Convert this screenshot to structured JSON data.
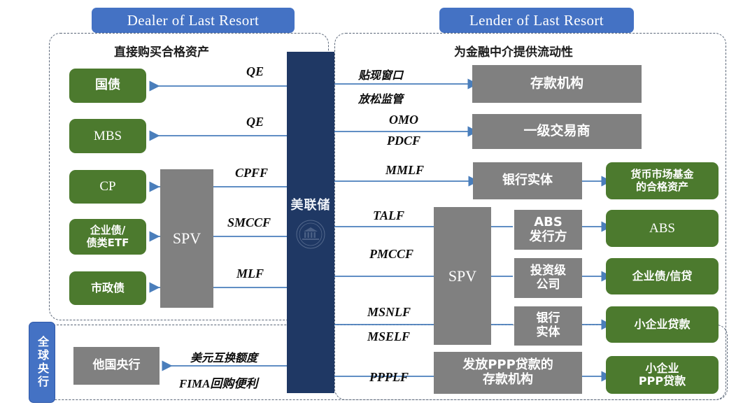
{
  "headers": {
    "dealer": "Dealer of Last Resort",
    "lender": "Lender of Last Resort",
    "global_badge": "全球央行"
  },
  "captions": {
    "left": "直接购买合格资产",
    "right": "为金融中介提供流动性"
  },
  "central": {
    "fed_label": "美联储",
    "seal_icon": "federal-reserve-seal-icon"
  },
  "left_panel": {
    "assets": [
      {
        "label": "国债",
        "type": "cn"
      },
      {
        "label": "MBS",
        "type": "en"
      },
      {
        "label": "CP",
        "type": "en"
      },
      {
        "label": "企业债/\n债类ETF",
        "type": "cn"
      },
      {
        "label": "市政债",
        "type": "cn"
      }
    ],
    "spv_label": "SPV",
    "flow_labels": [
      "QE",
      "QE",
      "CPFF",
      "SMCCF",
      "MLF"
    ]
  },
  "global_panel": {
    "node_label": "他国央行",
    "flow_label_top": "美元互换额度",
    "flow_label_bottom": "FIMA回购便利"
  },
  "right_panel": {
    "flow_labels": {
      "discount_window": "贴现窗口",
      "regulatory_easing": "放松监管",
      "omo": "OMO",
      "pdcf": "PDCF",
      "mmlf": "MMLF",
      "talf": "TALF",
      "pmccf": "PMCCF",
      "msnlf": "MSNLF",
      "mself": "MSELF",
      "ppplf": "PPPLF"
    },
    "intermediaries": [
      {
        "label": "存款机构",
        "type": "cn"
      },
      {
        "label": "一级交易商",
        "type": "cn"
      },
      {
        "label": "银行实体",
        "type": "cn"
      },
      {
        "label": "ABS\n发行方",
        "type": "mix"
      },
      {
        "label": "投资级\n公司",
        "type": "cn"
      },
      {
        "label": "银行\n实体",
        "type": "cn"
      },
      {
        "label": "发放PPP贷款的\n存款机构",
        "type": "cn"
      }
    ],
    "spv_label": "SPV",
    "outputs": [
      {
        "label": "货币市场基金\n的合格资产",
        "type": "cn"
      },
      {
        "label": "ABS",
        "type": "en"
      },
      {
        "label": "企业债/信贷",
        "type": "cn"
      },
      {
        "label": "小企业贷款",
        "type": "cn"
      },
      {
        "label": "小企业\nPPP贷款",
        "type": "cn"
      }
    ]
  },
  "colors": {
    "accent_blue": "#4472c4",
    "fed_navy": "#1f3864",
    "node_green": "#4c7a2e",
    "node_gray": "#808080",
    "arrow_blue": "#4a7ebb",
    "dash_border": "#5a6678"
  }
}
